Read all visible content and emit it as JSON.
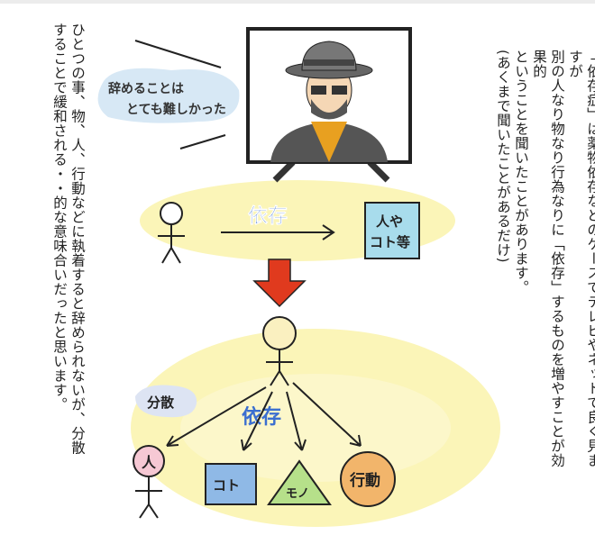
{
  "narration_right": [
    "「依存症」は薬物依存などのケースでテレビやネットで良く見ますが",
    "別の人なり物なり行為なりに「依存」するものを増やすことが効果的",
    "ということを聞いたことがあります。",
    "(あくまで聞いたことがあるだけ)"
  ],
  "narration_left": [
    "ひとつの事、物、人、行動などに執着すると辞められないが、分散",
    "することで緩和される・・的な意味合いだったと思います。"
  ],
  "speech_bubble": [
    "辞めることは",
    "とても難しかった"
  ],
  "diagram_top": {
    "arrow_label": "依存",
    "target_box": [
      "人や",
      "コト等"
    ]
  },
  "diagram_bottom": {
    "bubble": "分散",
    "arrow_label": "依存",
    "targets": [
      "人",
      "コト",
      "モノ",
      "行動"
    ]
  },
  "colors": {
    "highlight_yellow": "#fbf5b8",
    "bubble_blue": "#d7e8f5",
    "label_blue": "#3b6fd0",
    "red_arrow": "#e03a1e"
  }
}
